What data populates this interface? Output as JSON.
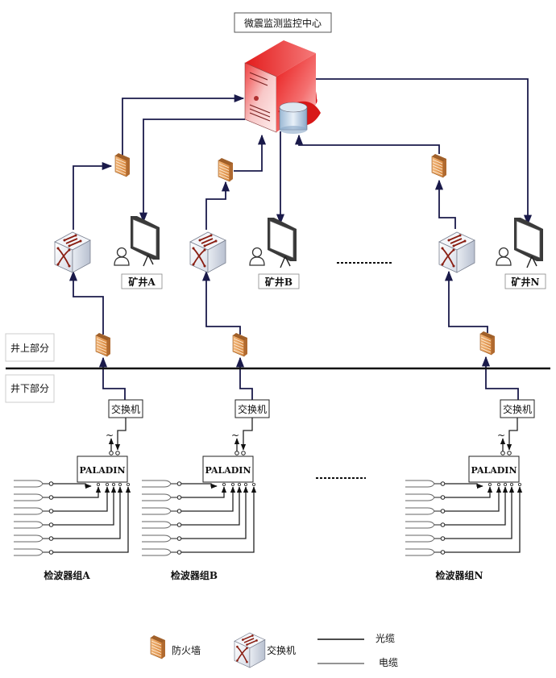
{
  "title": "微震监测监控中心",
  "zones": {
    "above": "井上部分",
    "below": "井下部分"
  },
  "mines": [
    {
      "id": "A",
      "label": "矿井A",
      "detector_group": "检波器组A",
      "switch_label": "交换机",
      "device_label": "PALADIN"
    },
    {
      "id": "B",
      "label": "矿井B",
      "detector_group": "检波器组B",
      "switch_label": "交换机",
      "device_label": "PALADIN"
    },
    {
      "id": "N",
      "label": "矿井N",
      "detector_group": "检波器组N",
      "switch_label": "交换机",
      "device_label": "PALADIN"
    }
  ],
  "ac_symbol": "~",
  "legend": {
    "firewall": "防火墙",
    "switch": "交换机",
    "fiber": "光缆",
    "cable": "电缆"
  },
  "icons": {
    "server": "server-with-database-icon",
    "firewall": "firewall-icon",
    "switch": "network-switch-icon",
    "monitor": "projection-screen-icon",
    "user": "user-icon"
  },
  "colors": {
    "server_red": "#e0161c",
    "firewall_orange": "#e8a060",
    "line": "#1a1a4a",
    "switch_arrow": "#8a1e12"
  },
  "detectors_per_group": 6
}
